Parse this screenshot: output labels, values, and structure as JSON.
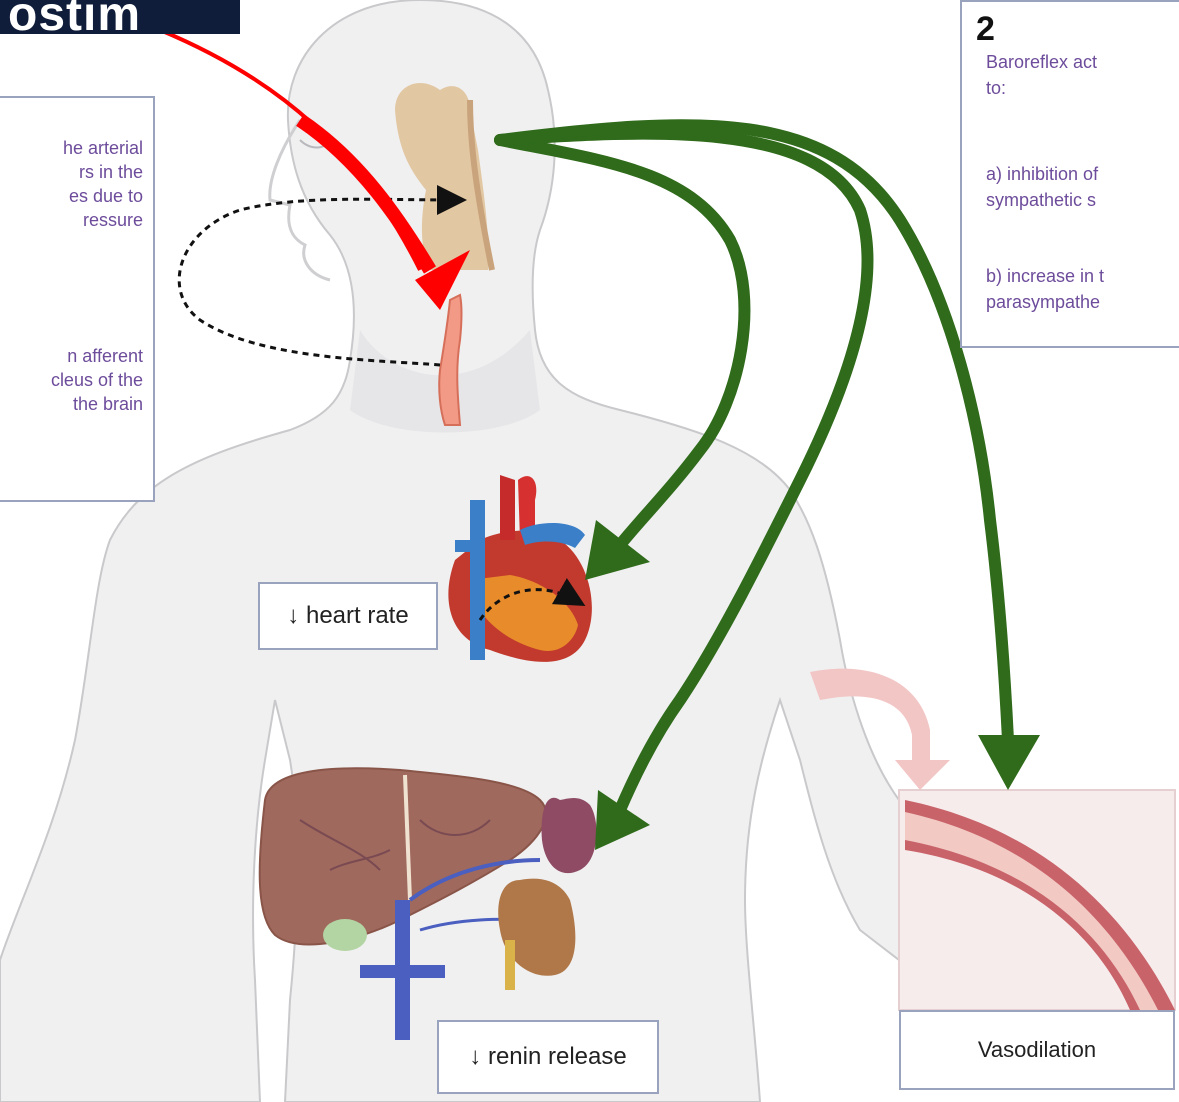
{
  "logo": {
    "text": "ostim"
  },
  "left_panel": {
    "text_1": "he arterial\nrs in the\nes due to\nressure",
    "text_2": "n afferent\ncleus of the\n the brain"
  },
  "right_panel": {
    "step_number": "2",
    "lines": [
      "Baroreflex act",
      "to:",
      "",
      "a) inhibition of",
      "sympathetic s",
      "",
      "b) increase in t",
      "parasympathe"
    ]
  },
  "labels": {
    "heart_rate": "↓ heart rate",
    "renin_release": "↓ renin release",
    "vasodilation": "Vasodilation"
  },
  "colors": {
    "green_arrow": "#2f6b1a",
    "red_arrow": "#ff0000",
    "body_fill": "#f0f0f1",
    "body_stroke": "#c9c9cc",
    "panel_text": "#6d4c9b",
    "panel_border": "#9aa3bd"
  },
  "icons": [
    "heart-icon",
    "liver-icon",
    "kidney-icon",
    "brain-icon",
    "blood-vessel-icon",
    "carotid-artery-icon"
  ]
}
